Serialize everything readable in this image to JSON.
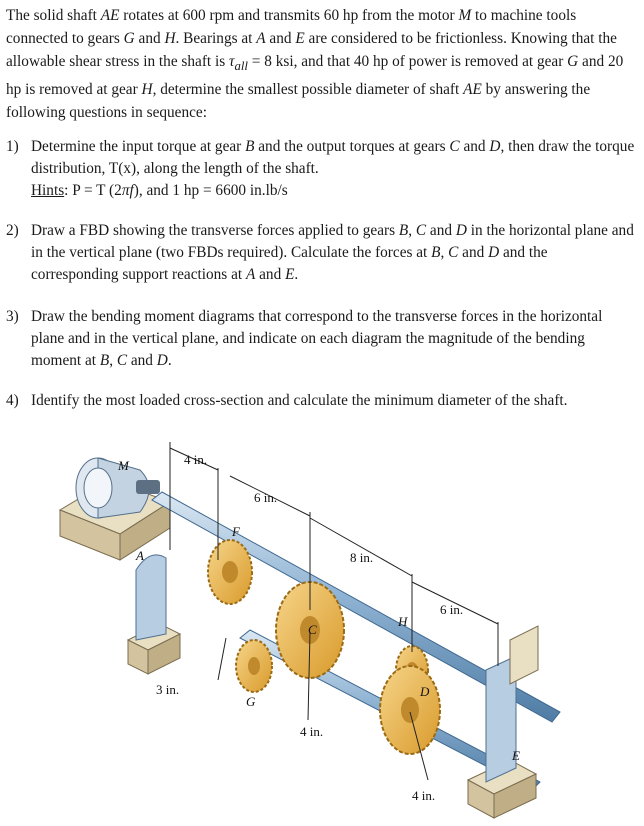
{
  "problem": {
    "intro": {
      "s1": "The solid shaft ",
      "ae1": "AE",
      "s2": " rotates at 600 rpm and transmits 60 hp from the motor ",
      "m": "M",
      "s3": " to machine tools connected to gears ",
      "g1": "G",
      "s4": " and ",
      "h1": "H",
      "s5": ". Bearings at ",
      "a1": "A",
      "s6": " and ",
      "e1": "E",
      "s7": " are considered to be frictionless. Knowing that the allowable shear stress in the shaft is ",
      "tau": "τ",
      "all": "all",
      "s8": " = 8 ksi, and that 40 hp of power is removed at gear ",
      "g2": "G",
      "s9": " and 20 hp is removed at gear ",
      "h2": "H",
      "s10": ", determine the smallest possible diameter of shaft ",
      "ae2": "AE",
      "s11": " by answering the following questions in sequence:"
    },
    "q1": {
      "num": "1)",
      "s1": "Determine the input torque at gear ",
      "b": "B",
      "s2": " and the output torques at gears ",
      "c": "C",
      "s3": " and ",
      "d": "D",
      "s4": ", then draw the torque distribution, T(x), along the length of the shaft.",
      "hint_label": "Hints",
      "hint_text": ": P = T (2",
      "pi_f": "πf",
      "hint_text2": "), and 1 hp = 6600 in.lb/s"
    },
    "q2": {
      "num": "2)",
      "s1": "Draw a FBD showing the transverse forces applied to gears ",
      "b": "B",
      "s2": ", ",
      "c": "C",
      "s3": " and ",
      "d": "D",
      "s4": " in the horizontal plane and in the vertical plane (two FBDs required). Calculate the forces at ",
      "b2": "B",
      "s5": ", ",
      "c2": "C",
      "s6": " and ",
      "d2": "D",
      "s7": " and the corresponding support reactions at ",
      "a": "A",
      "s8": " and ",
      "e": "E",
      "s9": "."
    },
    "q3": {
      "num": "3)",
      "s1": "Draw the bending moment diagrams that correspond to the transverse forces in the horizontal plane and in the vertical plane, and indicate on each diagram the magnitude of the bending moment at ",
      "b": "B",
      "s2": ", ",
      "c": "C",
      "s3": " and ",
      "d": "D",
      "s4": "."
    },
    "q4": {
      "num": "4)",
      "text": "Identify the most loaded cross-section and calculate the minimum diameter of the shaft."
    }
  },
  "figure": {
    "labels": {
      "m": "M",
      "a": "A",
      "f": "F",
      "c": "C",
      "g": "G",
      "h": "H",
      "d": "D",
      "e": "E"
    },
    "dims": {
      "d4a": "4 in.",
      "d6a": "6 in.",
      "d8": "8 in.",
      "d6b": "6 in.",
      "d3": "3 in.",
      "d4b": "4 in.",
      "d4c": "4 in."
    },
    "colors": {
      "shaft": "#7fa6c9",
      "gear": "#e8b24a",
      "bearing": "#a9c3da",
      "base": "#d8cba9",
      "motor": "#c9d6e2"
    }
  }
}
